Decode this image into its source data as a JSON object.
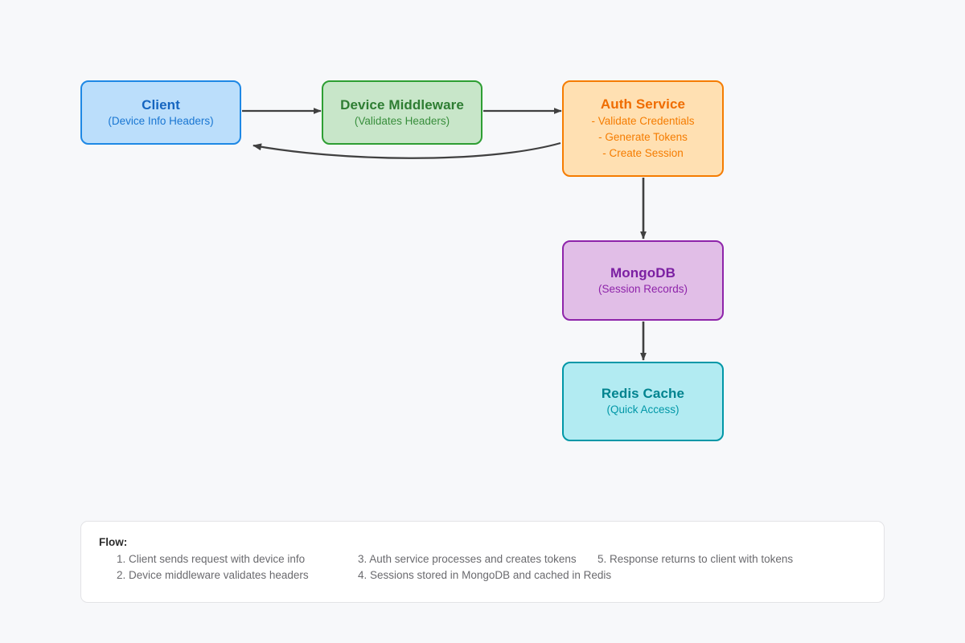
{
  "diagram": {
    "background_color": "#f7f8fa",
    "nodes": [
      {
        "id": "client",
        "title": "Client",
        "subtitle": "(Device Info Headers)",
        "fill": "#bbdefb",
        "stroke": "#1e88e5",
        "title_color": "#1565c0"
      },
      {
        "id": "middleware",
        "title": "Device Middleware",
        "subtitle": "(Validates Headers)",
        "fill": "#c8e6c9",
        "stroke": "#2e9e33",
        "title_color": "#2e7d32"
      },
      {
        "id": "auth",
        "title": "Auth Service",
        "lines": [
          "- Validate Credentials",
          "- Generate Tokens",
          "- Create Session"
        ],
        "fill": "#ffe0b2",
        "stroke": "#f57c00",
        "title_color": "#ef6c00"
      },
      {
        "id": "mongo",
        "title": "MongoDB",
        "subtitle": "(Session Records)",
        "fill": "#e1bee7",
        "stroke": "#8e24aa",
        "title_color": "#7b1fa2"
      },
      {
        "id": "redis",
        "title": "Redis Cache",
        "subtitle": "(Quick Access)",
        "fill": "#b2ebf2",
        "stroke": "#0097a7",
        "title_color": "#00838f"
      }
    ],
    "connectors": [
      {
        "id": "client-to-middleware",
        "from": "client",
        "to": "middleware",
        "style": "straight",
        "color": "#404040"
      },
      {
        "id": "middleware-to-auth",
        "from": "middleware",
        "to": "auth",
        "style": "straight",
        "color": "#404040"
      },
      {
        "id": "auth-to-client-response",
        "from": "auth",
        "to": "client",
        "style": "curved",
        "color": "#404040"
      },
      {
        "id": "auth-to-mongo",
        "from": "auth",
        "to": "mongo",
        "style": "straight",
        "color": "#404040"
      },
      {
        "id": "mongo-to-redis",
        "from": "mongo",
        "to": "redis",
        "style": "straight",
        "color": "#404040"
      }
    ]
  },
  "legend": {
    "title": "Flow:",
    "column_1": [
      "1. Client sends request with device info",
      "2. Device middleware validates headers"
    ],
    "column_2": [
      "3. Auth service processes and creates tokens",
      "4. Sessions stored in MongoDB and cached in Redis"
    ],
    "column_3": [
      "5. Response returns to client with tokens"
    ]
  }
}
